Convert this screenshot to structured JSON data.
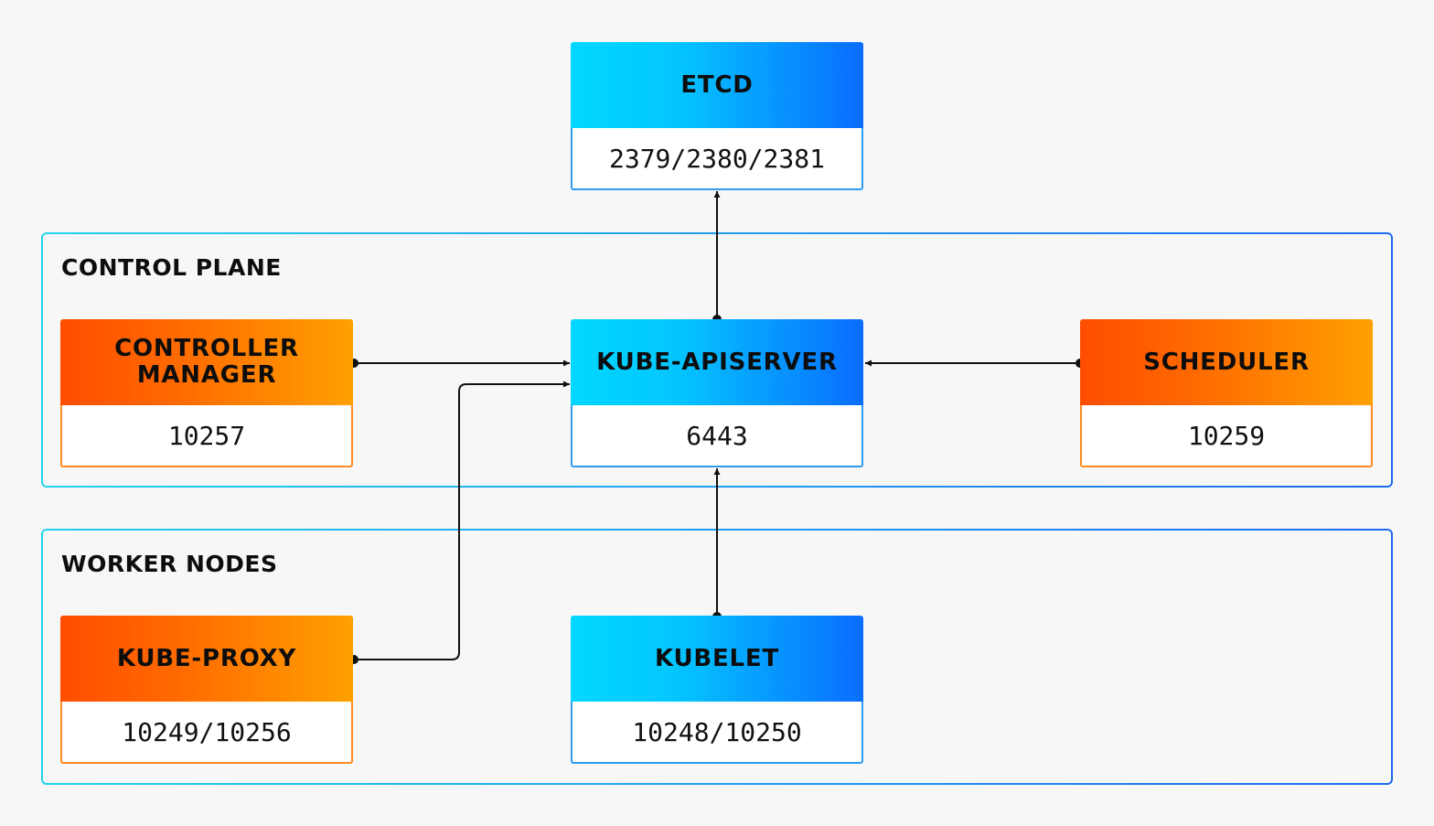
{
  "regions": {
    "control_plane": {
      "title": "CONTROL PLANE"
    },
    "worker_nodes": {
      "title": "WORKER NODES"
    }
  },
  "nodes": {
    "etcd": {
      "name": "ETCD",
      "port": "2379/2380/2381"
    },
    "kube_apiserver": {
      "name": "KUBE-APISERVER",
      "port": "6443"
    },
    "controller_manager": {
      "name_line1": "CONTROLLER",
      "name_line2": "MANAGER",
      "port": "10257"
    },
    "scheduler": {
      "name": "SCHEDULER",
      "port": "10259"
    },
    "kube_proxy": {
      "name": "KUBE-PROXY",
      "port": "10249/10256"
    },
    "kubelet": {
      "name": "KUBELET",
      "port": "10248/10250"
    }
  },
  "colors": {
    "background": "#f7f7f8",
    "blue_start": "#00d7ff",
    "blue_end": "#0a6dff",
    "orange_start": "#ff4d00",
    "orange_end": "#ffa000",
    "connector": "#111111"
  }
}
